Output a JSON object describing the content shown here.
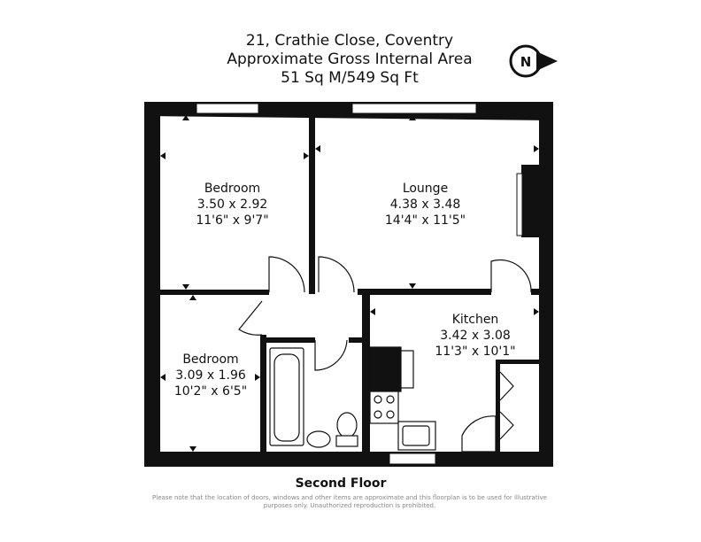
{
  "header": {
    "address": "21, Crathie Close, Coventry",
    "area_title": "Approximate Gross Internal Area",
    "area_value": "51 Sq M/549 Sq Ft"
  },
  "compass": {
    "letter": "N",
    "icon": "north-arrow-icon"
  },
  "rooms": {
    "bedroom1": {
      "name": "Bedroom",
      "metric": "3.50 x 2.92",
      "imperial": "11'6\" x 9'7\""
    },
    "lounge": {
      "name": "Lounge",
      "metric": "4.38 x 3.48",
      "imperial": "14'4\" x 11'5\""
    },
    "kitchen": {
      "name": "Kitchen",
      "metric": "3.42 x 3.08",
      "imperial": "11'3\" x 10'1\""
    },
    "bedroom2": {
      "name": "Bedroom",
      "metric": "3.09 x 1.96",
      "imperial": "10'2\" x 6'5\""
    }
  },
  "floor_label": "Second Floor",
  "disclaimer": "Please note that the location of doors, windows and other items are approximate and this floorplan is to be used for illustrative purposes only. Unauthorized reproduction is prohibited.",
  "colors": {
    "wall": "#111111",
    "line": "#222222",
    "background": "#ffffff"
  }
}
